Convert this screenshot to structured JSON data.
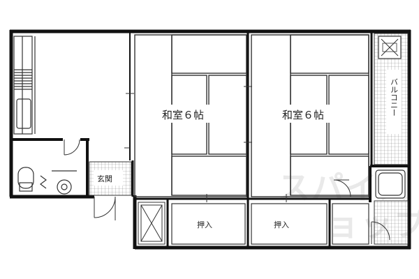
{
  "rooms": {
    "washitsu_left": "和室６帖",
    "washitsu_right": "和室６帖",
    "oshiire_left": "押入",
    "oshiire_right": "押入",
    "genkan": "玄関",
    "balcony": "バルコニー"
  },
  "watermark": {
    "text_top": "スパイス",
    "text_bottom": "ショップ"
  },
  "colors": {
    "wall": "#111111",
    "line": "#333333",
    "watermark": "#e6e6e6",
    "tatami_fill": "#ffffff",
    "balcony_hatch": "#888888"
  }
}
